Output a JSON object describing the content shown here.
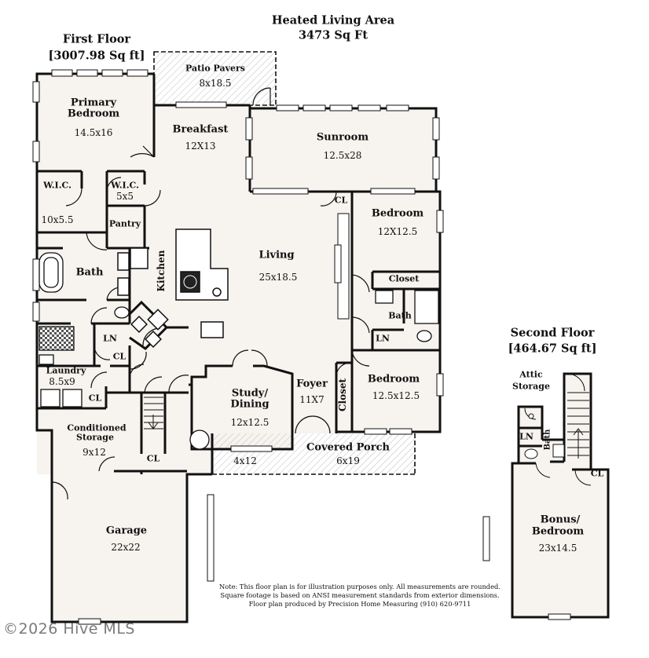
{
  "header": {
    "heated_title": "Heated Living Area",
    "heated_sqft": "3473 Sq Ft",
    "first_floor_title": "First Floor",
    "first_floor_sqft": "[3007.98 Sq ft]",
    "second_floor_title": "Second Floor",
    "second_floor_sqft": "[464.67 Sq ft]"
  },
  "rooms": {
    "patio": {
      "name": "Patio Pavers",
      "dim": "8x18.5"
    },
    "primary_bedroom": {
      "name1": "Primary",
      "name2": "Bedroom",
      "dim": "14.5x16"
    },
    "breakfast": {
      "name": "Breakfast",
      "dim": "12X13"
    },
    "sunroom": {
      "name": "Sunroom",
      "dim": "12.5x28"
    },
    "wic1": {
      "name": "W.I.C.",
      "dim": "10x5.5"
    },
    "wic2": {
      "name": "W.I.C.",
      "dim": "5x5"
    },
    "pantry": {
      "name": "Pantry"
    },
    "kitchen": {
      "name": "Kitchen"
    },
    "living": {
      "name": "Living",
      "dim": "25x18.5"
    },
    "bath_primary": {
      "name": "Bath"
    },
    "bedroom2": {
      "name": "Bedroom",
      "dim": "12X12.5"
    },
    "closet_b2": {
      "name": "Closet"
    },
    "bath2": {
      "name": "Bath"
    },
    "ln1": {
      "name": "LN"
    },
    "ln2": {
      "name": "LN"
    },
    "cl_living": {
      "name": "CL"
    },
    "cl_laundry": {
      "name": "CL"
    },
    "cl_storage": {
      "name": "CL"
    },
    "cl_garage": {
      "name": "CL"
    },
    "laundry": {
      "name": "Laundry",
      "dim": "8.5x9"
    },
    "study": {
      "name1": "Study/",
      "name2": "Dining",
      "dim": "12x12.5"
    },
    "foyer": {
      "name": "Foyer",
      "dim": "11X7"
    },
    "closet_foyer": {
      "name": "Closet"
    },
    "bedroom3": {
      "name": "Bedroom",
      "dim": "12.5x12.5"
    },
    "conditioned_storage": {
      "name1": "Conditioned",
      "name2": "Storage",
      "dim": "9x12"
    },
    "front_patio": {
      "dim": "4x12"
    },
    "covered_porch": {
      "name": "Covered Porch",
      "dim": "6x19"
    },
    "garage": {
      "name": "Garage",
      "dim": "22x22"
    },
    "attic": {
      "name1": "Attic",
      "name2": "Storage"
    },
    "ln_up": {
      "name": "LN"
    },
    "bath_up": {
      "name": "Bath"
    },
    "cl_up": {
      "name": "CL"
    },
    "bonus": {
      "name1": "Bonus/",
      "name2": "Bedroom",
      "dim": "23x14.5"
    }
  },
  "note": {
    "line1": "Note: This floor plan is for illustration purposes only. All measurements are rounded.",
    "line2": "Square footage is based on ANSI measurement standards from exterior dimensions.",
    "line3": "Floor plan produced by Precision Home Measuring (910) 620-9711"
  },
  "watermark": "©2026 Hive MLS"
}
